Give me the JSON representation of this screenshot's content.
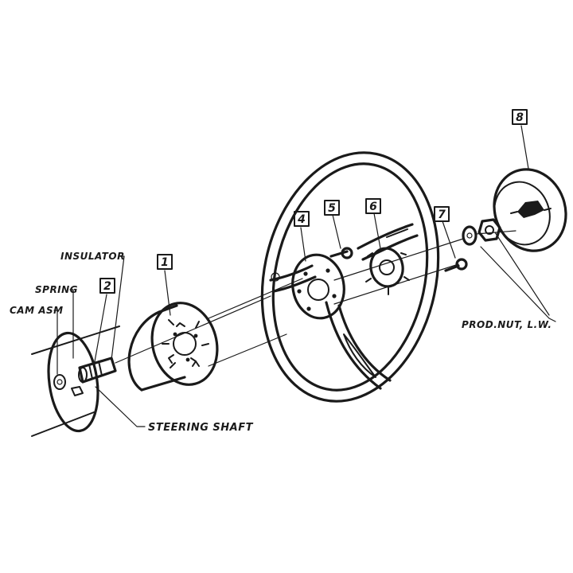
{
  "labels": {
    "insulator": "INSULATOR",
    "spring": "SPRING",
    "cam_asm": "CAM ASM",
    "steering_shaft": "STEERING SHAFT",
    "prod_nut": "PROD.NUT, L.W."
  },
  "callouts": {
    "c1": "1",
    "c2": "2",
    "c4": "4",
    "c5": "5",
    "c6": "6",
    "c7": "7",
    "c8": "8"
  }
}
